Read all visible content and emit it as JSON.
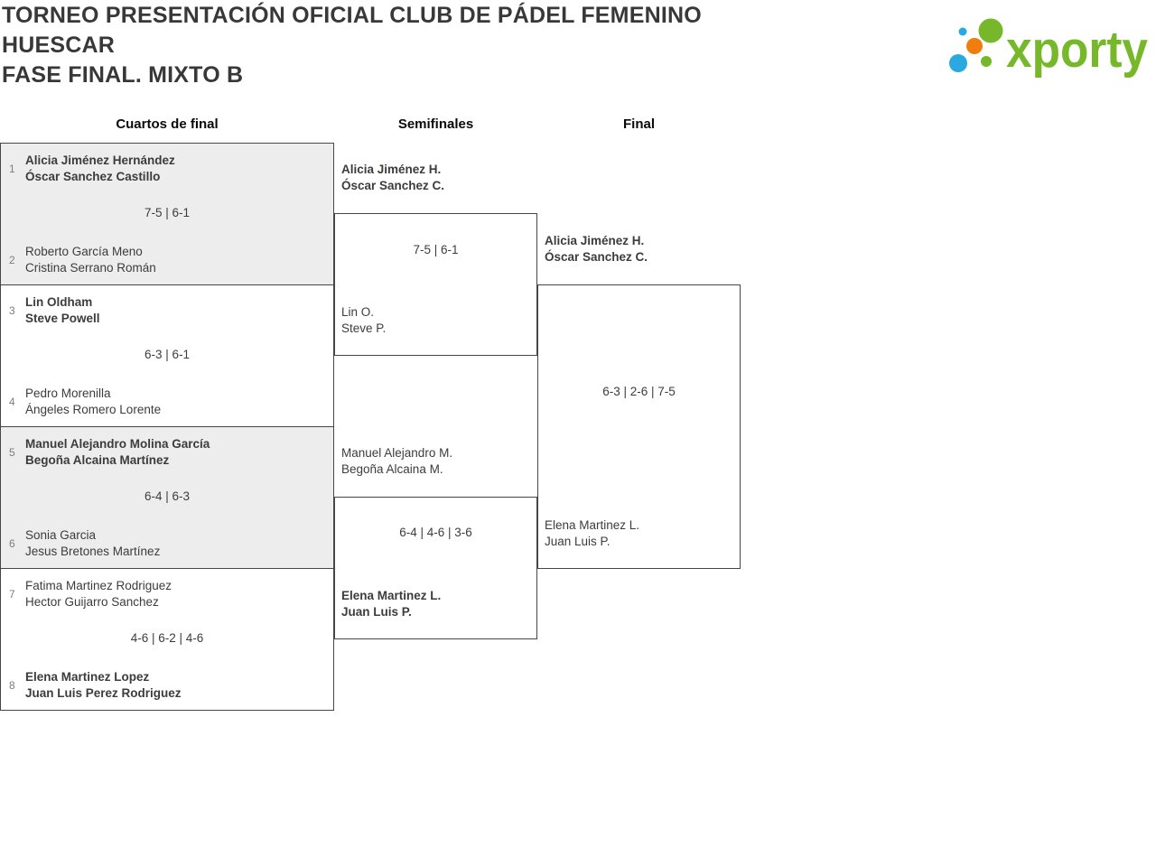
{
  "page": {
    "title_lines": [
      "TORNEO PRESENTACIÓN OFICIAL CLUB DE PÁDEL FEMENINO",
      "HUESCAR",
      "FASE FINAL. MIXTO B"
    ]
  },
  "logo": {
    "text": "xporty",
    "colors": {
      "green": "#76B82A",
      "blue": "#29A9E0",
      "orange": "#EF7D0F"
    }
  },
  "round_headers": {
    "quarterfinals": "Cuartos de final",
    "semifinals": "Semifinales",
    "final": "Final"
  },
  "bracket": {
    "quarterfinals": [
      {
        "seed_top": "1",
        "team_top": [
          "Alicia Jiménez Hernández",
          "Óscar Sanchez Castillo"
        ],
        "score": "7-5 | 6-1",
        "seed_bottom": "2",
        "team_bottom": [
          "Roberto García Meno",
          "Cristina Serrano Román"
        ],
        "winner": "top"
      },
      {
        "seed_top": "3",
        "team_top": [
          "Lin Oldham",
          "Steve Powell"
        ],
        "score": "6-3 | 6-1",
        "seed_bottom": "4",
        "team_bottom": [
          "Pedro Morenilla",
          "Ángeles Romero Lorente"
        ],
        "winner": "top"
      },
      {
        "seed_top": "5",
        "team_top": [
          "Manuel Alejandro Molina García",
          "Begoña Alcaina Martínez"
        ],
        "score": "6-4 | 6-3",
        "seed_bottom": "6",
        "team_bottom": [
          "Sonia Garcia",
          "Jesus Bretones Martínez"
        ],
        "winner": "top"
      },
      {
        "seed_top": "7",
        "team_top": [
          "Fatima Martinez Rodriguez",
          "Hector Guijarro Sanchez"
        ],
        "score": "4-6 | 6-2 | 4-6",
        "seed_bottom": "8",
        "team_bottom": [
          "Elena Martinez Lopez",
          "Juan Luis Perez Rodriguez"
        ],
        "winner": "bottom"
      }
    ],
    "semifinals": [
      {
        "team_top": [
          "Alicia Jiménez H.",
          "Óscar Sanchez C."
        ],
        "score": "7-5 | 6-1",
        "team_bottom": [
          "Lin O.",
          "Steve P."
        ],
        "winner": "top"
      },
      {
        "team_top": [
          "Manuel Alejandro M.",
          "Begoña Alcaina M."
        ],
        "score": "6-4 | 4-6 | 3-6",
        "team_bottom": [
          "Elena Martinez L.",
          "Juan Luis P."
        ],
        "winner": "bottom"
      }
    ],
    "final": {
      "team_top": [
        "Alicia Jiménez H.",
        "Óscar Sanchez C."
      ],
      "score": "6-3 | 2-6 | 7-5",
      "team_bottom": [
        "Elena Martinez L.",
        "Juan Luis P."
      ],
      "winner": "top"
    }
  }
}
